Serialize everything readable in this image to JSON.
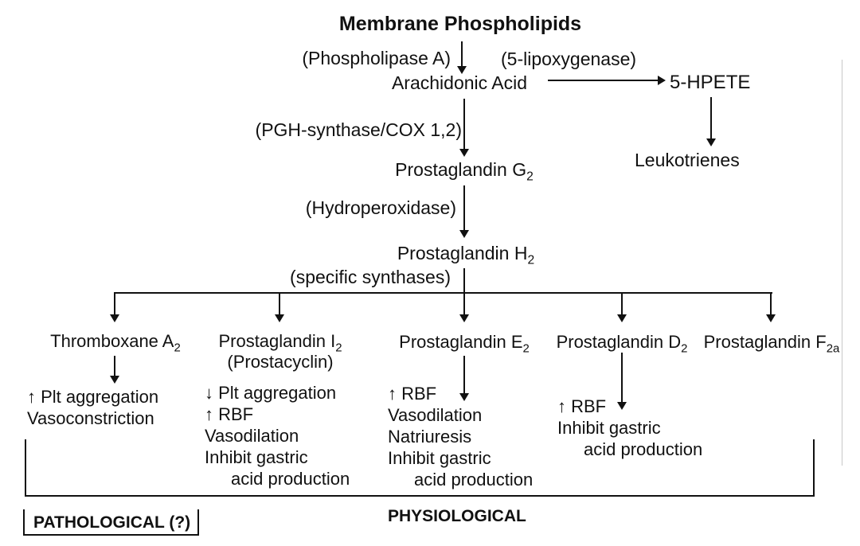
{
  "diagram": {
    "title": "Membrane Phospholipids",
    "top": {
      "phospholipase_label": "(Phospholipase A)",
      "lipoxygenase_label": "(5-lipoxygenase)",
      "arachidonic_acid": "Arachidonic Acid",
      "hpete": "5-HPETE",
      "leukotrienes": "Leukotrienes",
      "cox_label": "(PGH-synthase/COX 1,2)",
      "pgg": {
        "base": "Prostaglandin G",
        "sub": "2"
      },
      "hydroperoxidase_label": "(Hydroperoxidase)",
      "pgh": {
        "base": "Prostaglandin H",
        "sub": "2"
      },
      "synthases_label": "(specific synthases)"
    },
    "columns": [
      {
        "header": {
          "base": "Thromboxane A",
          "sub": "2"
        },
        "effects": [
          "↑ Plt aggregation",
          "Vasoconstriction"
        ]
      },
      {
        "header": {
          "base": "Prostaglandin I",
          "sub": "2"
        },
        "subtitle": "(Prostacyclin)",
        "effects": [
          "↓ Plt aggregation",
          "↑ RBF",
          "Vasodilation",
          "Inhibit gastric",
          "acid production"
        ]
      },
      {
        "header": {
          "base": "Prostaglandin E",
          "sub": "2"
        },
        "effects": [
          "↑ RBF",
          "Vasodilation",
          "Natriuresis",
          "Inhibit gastric",
          "acid production"
        ]
      },
      {
        "header": {
          "base": "Prostaglandin D",
          "sub": "2"
        },
        "effects": [
          "↑ RBF",
          "Inhibit gastric",
          "acid production"
        ]
      },
      {
        "header": {
          "base": "Prostaglandin F",
          "sub": "2a"
        },
        "effects": []
      }
    ],
    "footer": {
      "pathological": "PATHOLOGICAL (?)",
      "physiological": "PHYSIOLOGICAL"
    }
  }
}
